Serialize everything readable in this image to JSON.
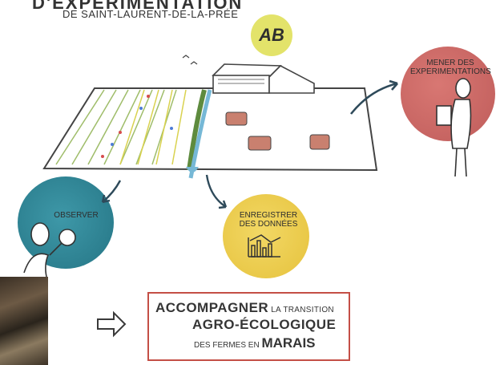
{
  "header": {
    "title_partial": "D'EXPÉRIMENTATION",
    "subtitle": "DE SAINT-LAURENT-DE-LA-PRÉE",
    "badge": "AB"
  },
  "nodes": {
    "experiment": "MENER DES EXPERIMENTATIONS",
    "observe": "OBSERVER",
    "record_line1": "ENREGISTRER",
    "record_line2": "DES DONNÉES"
  },
  "goal_box": {
    "line1_big": "ACCOMPAGNER",
    "line1_small": "LA TRANSITION",
    "line2": "AGRO-ÉCOLOGIQUE",
    "line3_small": "DES FERMES EN",
    "line3_big": "MARAIS"
  },
  "colors": {
    "red_blob": "#c05550",
    "teal_blob": "#2f8898",
    "yellow_blob": "#eccb4a",
    "badge": "#e3e36a",
    "box_border": "#c44f46"
  }
}
